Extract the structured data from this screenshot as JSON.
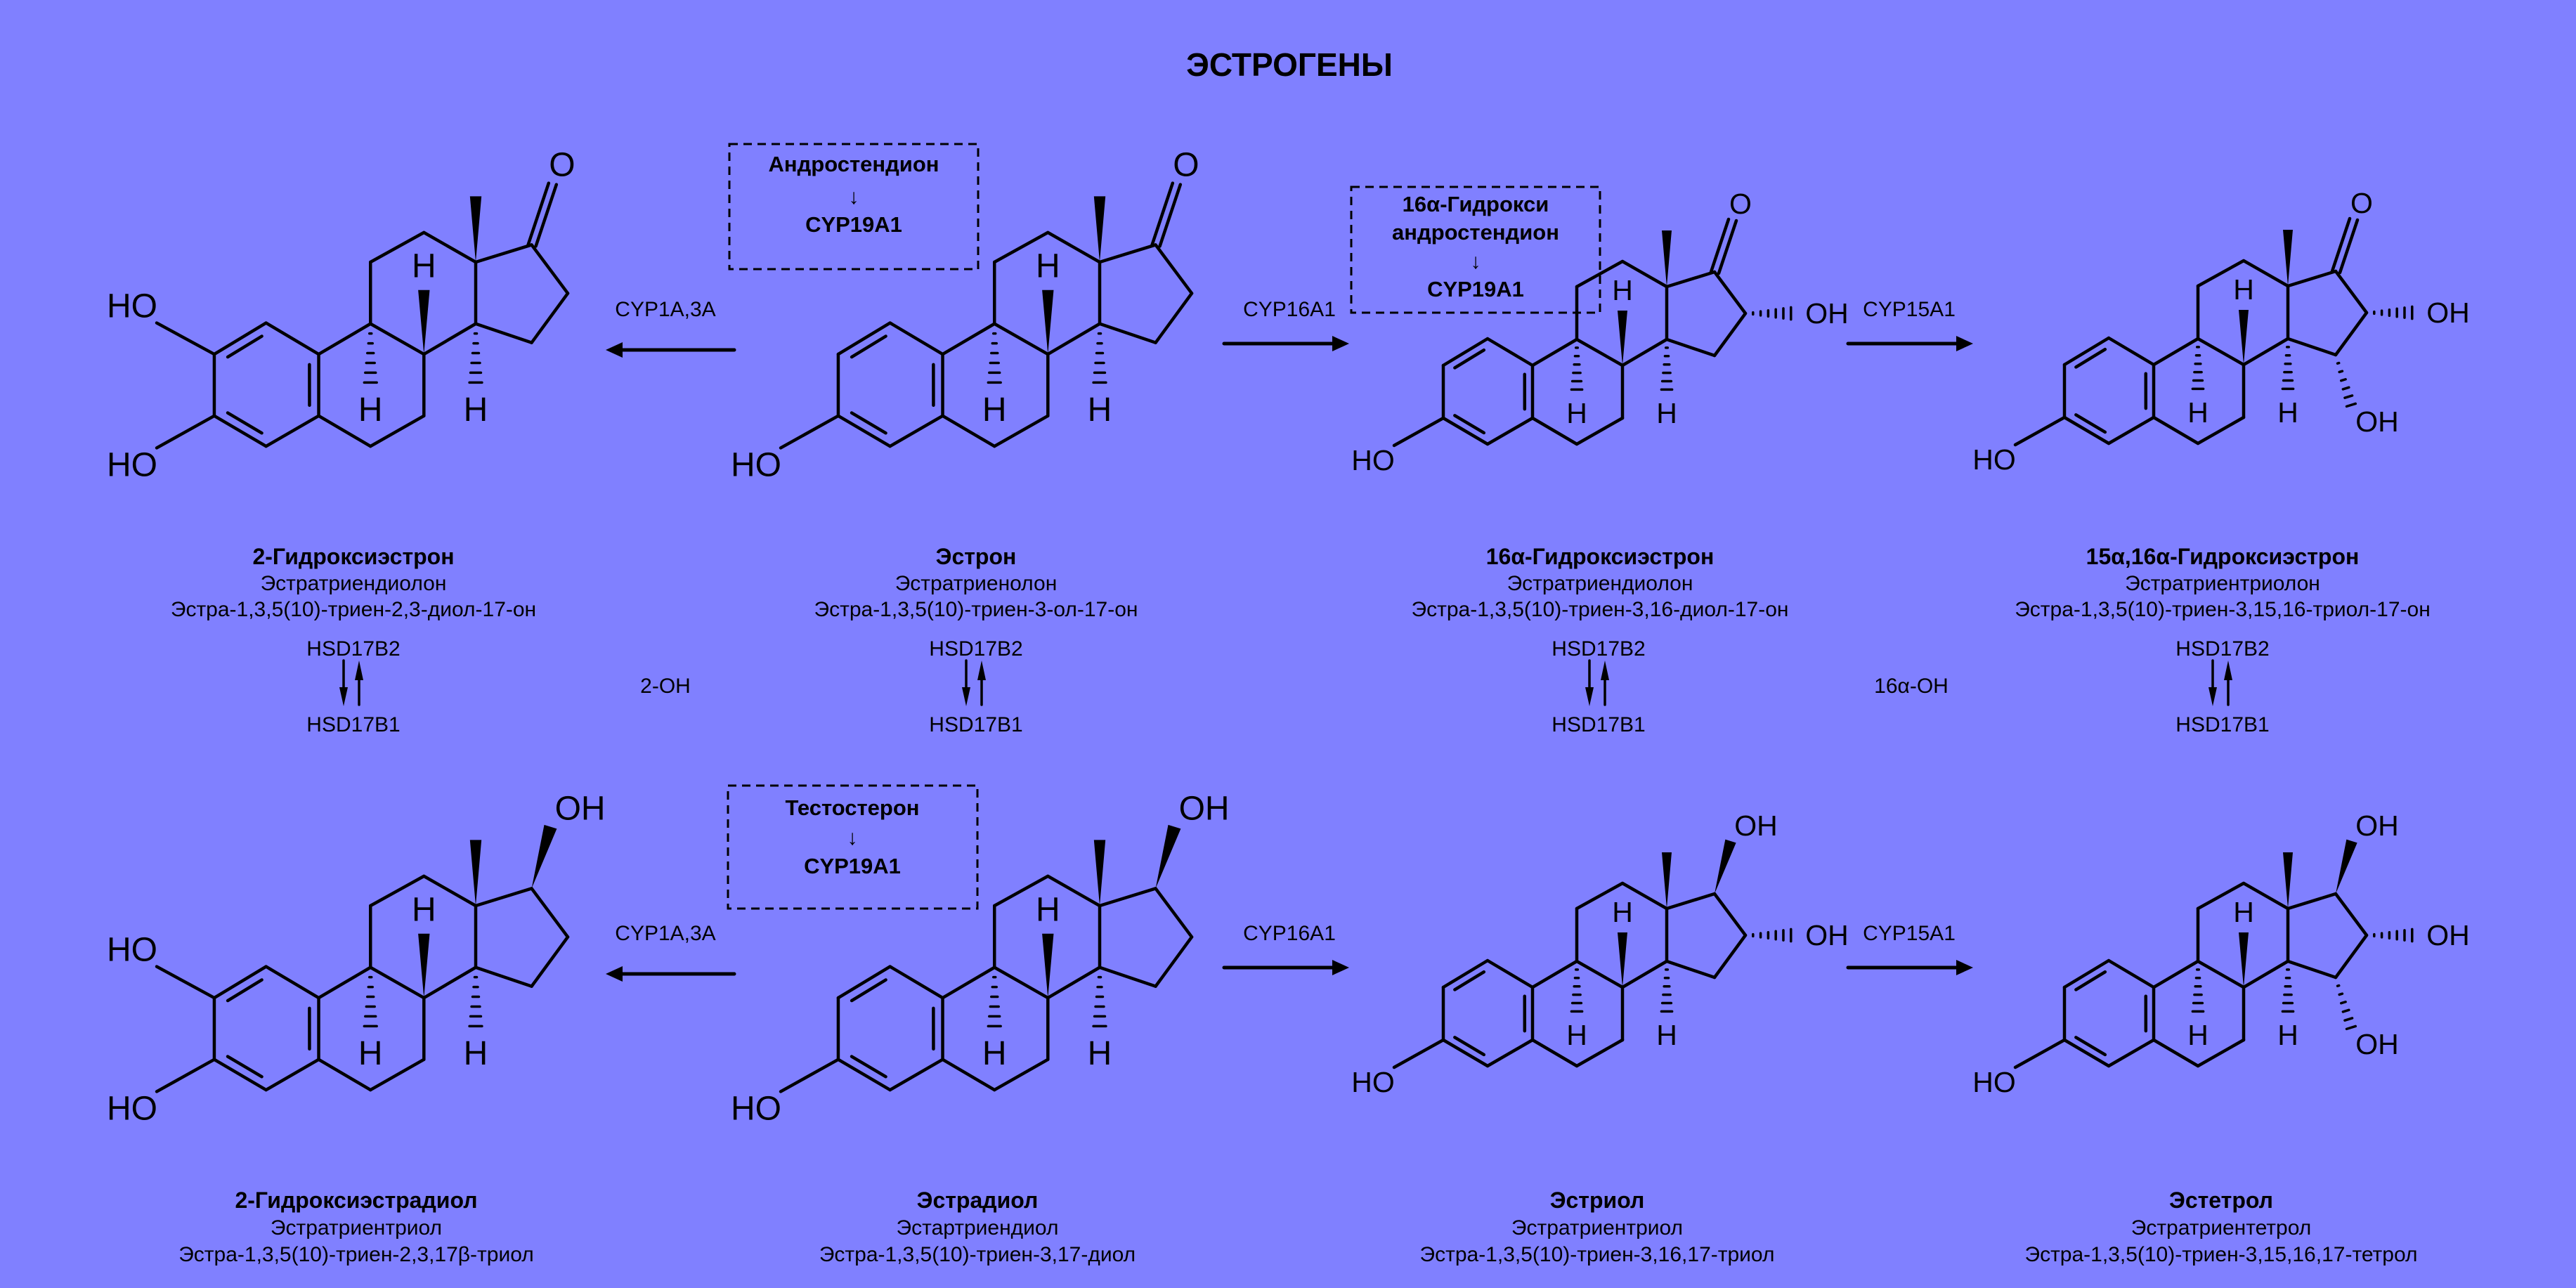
{
  "title": "ЭСТРОГЕНЫ",
  "colors": {
    "background": "#8080ff",
    "ink": "#000000"
  },
  "atom_labels": {
    "h": "H",
    "ho": "HO",
    "oh": "OH",
    "o": "O"
  },
  "precursor_boxes": [
    {
      "lines": [
        "Андростендион",
        "↓",
        "CYP19A1"
      ]
    },
    {
      "lines": [
        "16α-Гидрокси",
        "андростендион",
        "↓",
        "CYP19A1"
      ]
    },
    {
      "lines": [
        "Тестостерон",
        "↓",
        "CYP19A1"
      ]
    }
  ],
  "reaction_arrows": {
    "top": [
      "CYP1A,3A",
      "CYP16A1",
      "CYP15A1"
    ],
    "bottom": [
      "CYP1A,3A",
      "CYP16A1",
      "CYP15A1"
    ]
  },
  "hsd": {
    "oxidize": "HSD17B2",
    "reduce": "HSD17B1"
  },
  "pathway_labels": [
    "2-OH",
    "16α-OH"
  ],
  "compounds": {
    "top": [
      {
        "name": "2-Гидроксиэстрон",
        "trivial": "Эстратриендиолон",
        "systematic": "Эстра-1,3,5(10)-триен-2,3-диол-17-он"
      },
      {
        "name": "Эстрон",
        "trivial": "Эстратриенолон",
        "systematic": "Эстра-1,3,5(10)-триен-3-ол-17-он"
      },
      {
        "name": "16α-Гидроксиэстрон",
        "trivial": "Эстратриендиолон",
        "systematic": "Эстра-1,3,5(10)-триен-3,16-диол-17-он"
      },
      {
        "name": "15α,16α-Гидроксиэстрон",
        "trivial": "Эстратриентриолон",
        "systematic": "Эстра-1,3,5(10)-триен-3,15,16-триол-17-он"
      }
    ],
    "bottom": [
      {
        "name": "2-Гидроксиэстрадиол",
        "trivial": "Эстратриентриол",
        "systematic": "Эстра-1,3,5(10)-триен-2,3,17β-триол"
      },
      {
        "name": "Эстрадиол",
        "trivial": "Эстартриендиол",
        "systematic": "Эстра-1,3,5(10)-триен-3,17-диол"
      },
      {
        "name": "Эстриол",
        "trivial": "Эстратриентриол",
        "systematic": "Эстра-1,3,5(10)-триен-3,16,17-триол"
      },
      {
        "name": "Эстетрол",
        "trivial": "Эстратриентетрол",
        "systematic": "Эстра-1,3,5(10)-триен-3,15,16,17-тетрол"
      }
    ]
  }
}
